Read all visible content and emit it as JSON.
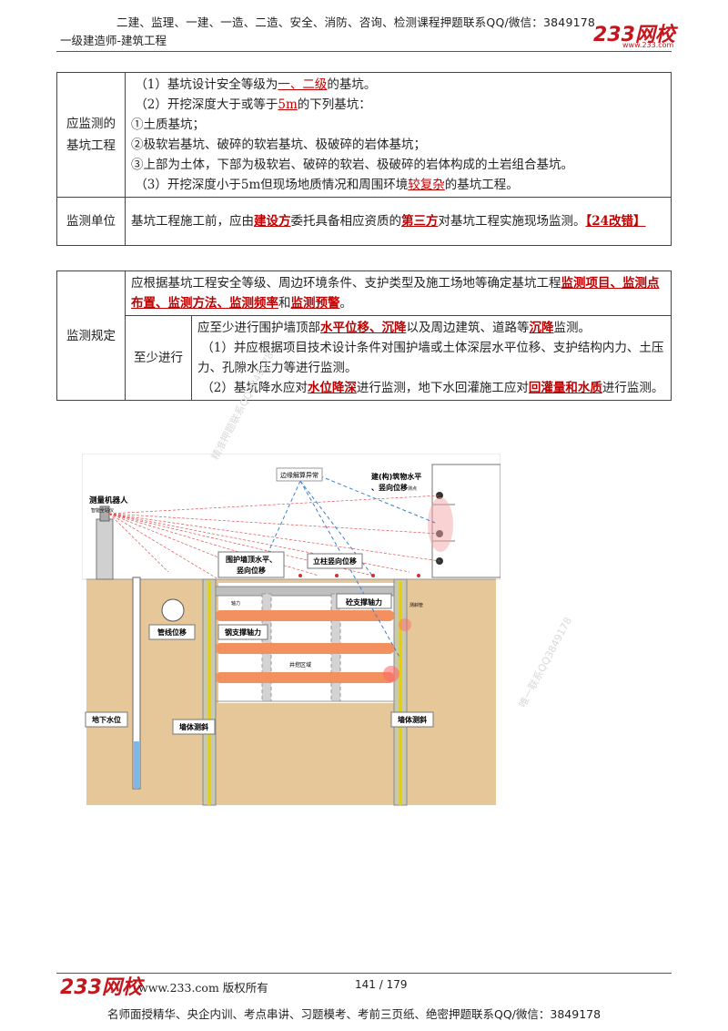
{
  "header": {
    "top_line": "二建、监理、一建、一造、二造、安全、消防、咨询、检测课程押题联系QQ/微信：3849178",
    "subtitle": "一级建造师-建筑工程",
    "logo": "233网校",
    "logo_url": "www.233.com"
  },
  "table1": {
    "row1_label": "应监测的基坑工程",
    "row1_lines": {
      "l1_a": "（1）基坑设计安全等级为",
      "l1_b": "一、二级",
      "l1_c": "的基坑。",
      "l2_a": "（2）开挖深度大于或等于",
      "l2_b": "5m",
      "l2_c": "的下列基坑：",
      "l3": "①土质基坑；",
      "l4": "②极软岩基坑、破碎的软岩基坑、极破碎的岩体基坑；",
      "l5": "③上部为土体，下部为极软岩、破碎的软岩、极破碎的岩体构成的土岩组合基坑。",
      "l6_a": "（3）开挖深度小于5m但现场地质情况和周围环境",
      "l6_b": "较复杂",
      "l6_c": "的基坑工程。"
    },
    "row2_label": "监测单位",
    "row2": {
      "a": "基坑工程施工前，应由",
      "b": "建设方",
      "c": "委托具备相应资质的",
      "d": "第三方",
      "e": "对基坑工程实施现场监测。",
      "f": "【24改错】"
    }
  },
  "table2": {
    "label": "监测规定",
    "r1": {
      "a": "应根据基坑工程安全等级、周边环境条件、支护类型及施工场地等确定基坑工程",
      "b": "监测项目",
      "c": "、",
      "d": "监测点布置",
      "e": "、",
      "f": "监测方法",
      "g": "、",
      "h": "监测频率",
      "i": "和",
      "j": "监测预警",
      "k": "。"
    },
    "sub_label": "至少进行",
    "r2": {
      "a": "应至少进行围护墙顶部",
      "b": "水平位移、沉降",
      "c": "以及周边建筑、道路等",
      "d": "沉降",
      "e": "监测。",
      "f": "（1）并应根据项目技术设计条件对围护墙或土体深层水平位移、支护结构内力、土压力、孔隙水压力等进行监测。",
      "g": "（2）基坑降水应对",
      "h": "水位降深",
      "i": "进行监测，地下水回灌施工应对",
      "j": "回灌量和水质",
      "k": "进行监测。"
    }
  },
  "diagram": {
    "robot": "测量机器人",
    "robot_sub": "智能全站仪",
    "convergence": "边缘解算异常",
    "building": "建(构)筑物水平、竖向位移",
    "building_sub": "测点",
    "wall_top": "围护墙顶水平、竖向位移",
    "column": "立柱竖向位移",
    "concrete_strut": "砼支撑轴力",
    "pipeline": "管线位移",
    "steel_strut": "钢支撑轴力",
    "excavation": "井挖区域",
    "groundwater": "地下水位",
    "wall_incline_l": "墙体测斜",
    "wall_incline_r": "墙体测斜",
    "axial": "轴力",
    "inclinometer": "测斜管"
  },
  "watermarks": {
    "w1": "精准押题联系QQ3849178",
    "w2": "唯一联系QQ3849178"
  },
  "footer": {
    "logo": "233网校",
    "url": "www.233.com 版权所有",
    "page": "141 / 179",
    "bottom": "名师面授精华、央企内训、考点串讲、习题模考、考前三页纸、绝密押题联系QQ/微信：3849178"
  },
  "colors": {
    "accent_red": "#c00000",
    "brand_red": "#c4161c",
    "soil": "#e6c79a",
    "strut": "#f39060"
  }
}
